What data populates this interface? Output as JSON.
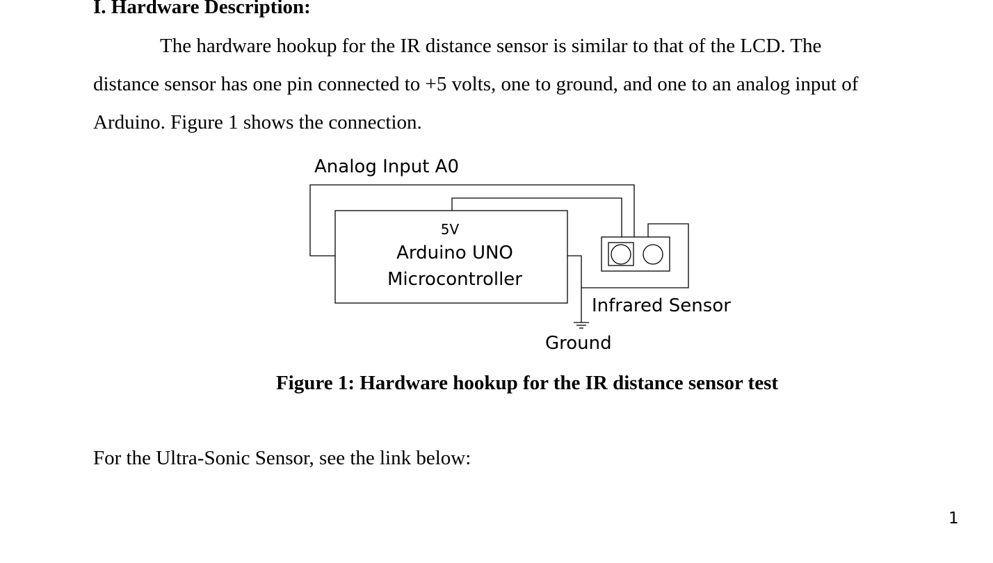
{
  "section_heading": "I. Hardware Description:",
  "paragraph_lines": [
    "The hardware hookup for the IR distance sensor is similar to that of the LCD.  The",
    "distance sensor has one pin connected to +5 volts, one to ground, and one to an analog input of",
    "Arduino.  Figure 1 shows the connection."
  ],
  "diagram": {
    "analog_label": "Analog Input A0",
    "voltage_label": "5V",
    "board_line1": "Arduino UNO",
    "board_line2": "Microcontroller",
    "sensor_label": "Infrared Sensor",
    "ground_label": "Ground"
  },
  "figure_caption": "Figure 1: Hardware hookup for the IR distance sensor test",
  "ultrasonic_text": "For the Ultra-Sonic Sensor, see the link below:",
  "page_number": "1"
}
